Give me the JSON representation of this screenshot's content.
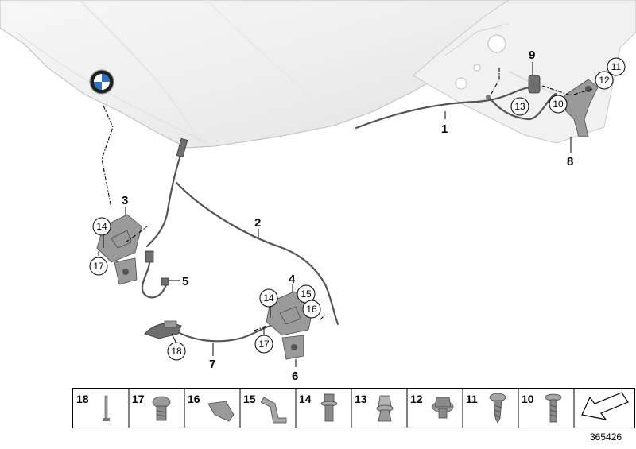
{
  "diagram": {
    "reference_number": "365426",
    "callouts_plain": [
      "1",
      "2",
      "3",
      "4",
      "5",
      "6",
      "7",
      "8",
      "9"
    ],
    "callouts_circled": [
      "10",
      "11",
      "12",
      "13",
      "14",
      "14",
      "15",
      "16",
      "17",
      "17",
      "18"
    ],
    "parts_strip": [
      {
        "number": "18",
        "icon": "rivet-pin-icon"
      },
      {
        "number": "17",
        "icon": "round-head-bolt-icon"
      },
      {
        "number": "16",
        "icon": "bent-clip-icon"
      },
      {
        "number": "15",
        "icon": "spring-clip-icon"
      },
      {
        "number": "14",
        "icon": "hex-bolt-washer-icon"
      },
      {
        "number": "13",
        "icon": "expansion-rivet-icon"
      },
      {
        "number": "12",
        "icon": "flange-nut-icon"
      },
      {
        "number": "11",
        "icon": "tapping-screw-icon"
      },
      {
        "number": "10",
        "icon": "torx-screw-icon"
      },
      {
        "number": "",
        "icon": "direction-arrow-icon"
      }
    ]
  }
}
